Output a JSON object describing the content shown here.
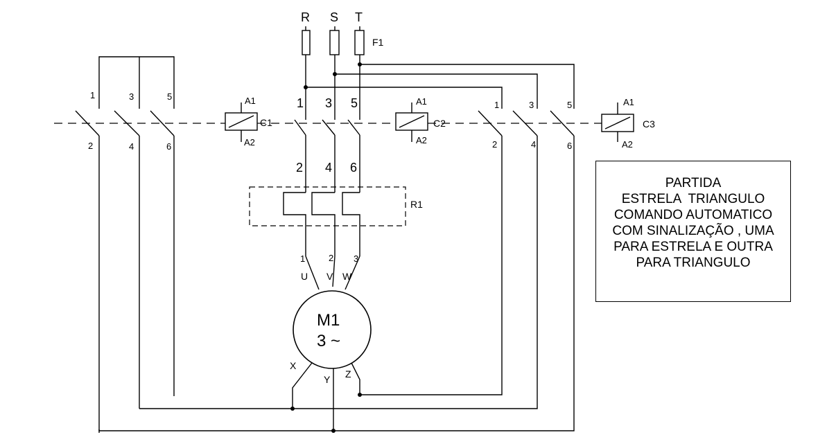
{
  "supply": {
    "phase_r": "R",
    "phase_s": "S",
    "phase_t": "T",
    "fuse_label": "F1"
  },
  "contactor_c1": {
    "coil_label": "C1",
    "coil_a1": "A1",
    "coil_a2": "A2",
    "top_terminals": [
      "1",
      "3",
      "5"
    ],
    "bottom_terminals": [
      "2",
      "4",
      "6"
    ]
  },
  "contactor_c2": {
    "coil_label": "C2",
    "coil_a1": "A1",
    "coil_a2": "A2",
    "top_terminals": [
      "1",
      "3",
      "5"
    ],
    "bottom_terminals": [
      "2",
      "4",
      "6"
    ]
  },
  "contactor_c3": {
    "coil_label": "C3",
    "coil_a1": "A1",
    "coil_a2": "A2",
    "top_terminals": [
      "1",
      "3",
      "5"
    ],
    "bottom_terminals": [
      "2",
      "4",
      "6"
    ]
  },
  "overload_relay": {
    "label": "R1",
    "out_terminals": [
      "1",
      "2",
      "3"
    ]
  },
  "motor": {
    "name": "M1",
    "phases": "3 ~",
    "terminals_top": [
      "U",
      "V",
      "W"
    ],
    "terminals_bottom": [
      "X",
      "Y",
      "Z"
    ]
  },
  "note_lines": [
    "PARTIDA",
    "ESTRELA  TRIANGULO",
    "COMANDO AUTOMATICO",
    "COM SINALIZAÇÃO , UMA",
    "PARA ESTRELA E OUTRA",
    "PARA TRIANGULO"
  ],
  "colors": {
    "line": "#000000",
    "background": "#ffffff"
  }
}
